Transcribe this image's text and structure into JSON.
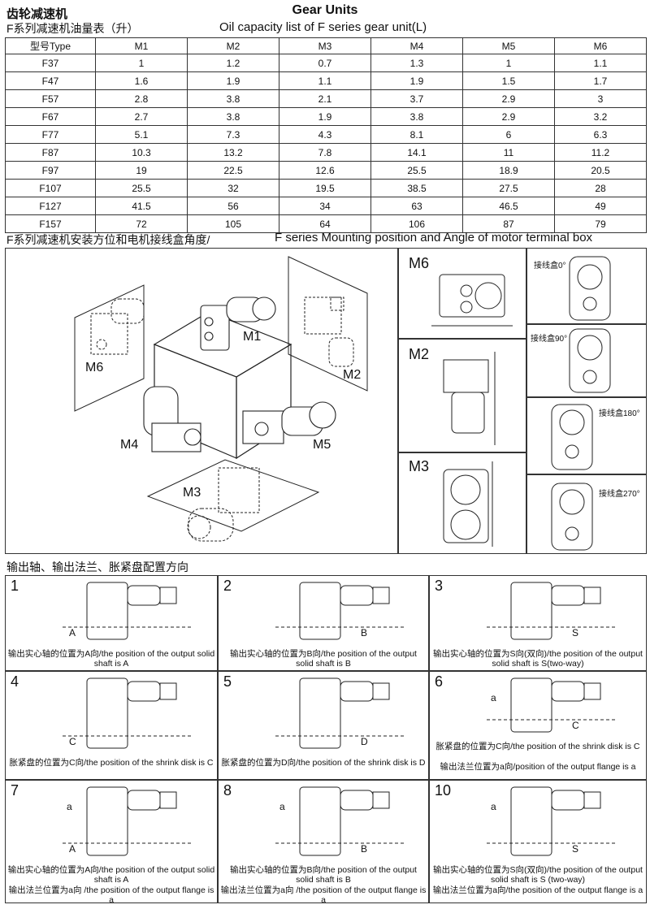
{
  "header": {
    "title_cn": "齿轮减速机",
    "title_en": "Gear Units",
    "subtitle_cn": "F系列减速机油量表（升）",
    "subtitle_en": "Oil capacity list of F series gear unit(L)"
  },
  "oil_table": {
    "headers": [
      "型号Type",
      "M1",
      "M2",
      "M3",
      "M4",
      "M5",
      "M6"
    ],
    "rows": [
      [
        "F37",
        "1",
        "1.2",
        "0.7",
        "1.3",
        "1",
        "1.1"
      ],
      [
        "F47",
        "1.6",
        "1.9",
        "1.1",
        "1.9",
        "1.5",
        "1.7"
      ],
      [
        "F57",
        "2.8",
        "3.8",
        "2.1",
        "3.7",
        "2.9",
        "3"
      ],
      [
        "F67",
        "2.7",
        "3.8",
        "1.9",
        "3.8",
        "2.9",
        "3.2"
      ],
      [
        "F77",
        "5.1",
        "7.3",
        "4.3",
        "8.1",
        "6",
        "6.3"
      ],
      [
        "F87",
        "10.3",
        "13.2",
        "7.8",
        "14.1",
        "11",
        "11.2"
      ],
      [
        "F97",
        "19",
        "22.5",
        "12.6",
        "25.5",
        "18.9",
        "20.5"
      ],
      [
        "F107",
        "25.5",
        "32",
        "19.5",
        "38.5",
        "27.5",
        "28"
      ],
      [
        "F127",
        "41.5",
        "56",
        "34",
        "63",
        "46.5",
        "49"
      ],
      [
        "F157",
        "72",
        "105",
        "64",
        "106",
        "87",
        "79"
      ]
    ]
  },
  "mounting": {
    "title_cn": "F系列减速机安装方位和电机接线盒角度/",
    "title_en": "F series Mounting  position and Angle of motor terminal box",
    "cube_labels": [
      "M1",
      "M2",
      "M3",
      "M4",
      "M5",
      "M6"
    ],
    "side_labels": [
      "M6",
      "M2",
      "M3"
    ],
    "terminal_labels": [
      "接线盒0°",
      "接线盒90°",
      "接线盒180°",
      "接线盒270°"
    ]
  },
  "config": {
    "title": "输出轴、输出法兰、胀紧盘配置方向",
    "cells": [
      {
        "num": "1",
        "letters": [
          "A"
        ],
        "cap1": "输出实心轴的位置为A向/the position of the output solid shaft is A",
        "cap2": ""
      },
      {
        "num": "2",
        "letters": [
          "B"
        ],
        "cap1": "输出实心轴的位置为B向/the position of the output solid shaft is B",
        "cap2": ""
      },
      {
        "num": "3",
        "letters": [
          "S"
        ],
        "cap1": "输出实心轴的位置为S向(双向)/the position of the output solid shaft is S(two-way)",
        "cap2": ""
      },
      {
        "num": "4",
        "letters": [
          "C"
        ],
        "cap1": "胀紧盘的位置为C向/the position of the shrink disk is C",
        "cap2": ""
      },
      {
        "num": "5",
        "letters": [
          "D"
        ],
        "cap1": "胀紧盘的位置为D向/the position of the shrink disk is D",
        "cap2": ""
      },
      {
        "num": "6",
        "letters": [
          "a",
          "C"
        ],
        "cap1": "胀紧盘的位置为C向/the position of the shrink disk is C",
        "cap2": "输出法兰位置为a向/position of the output flange is a"
      },
      {
        "num": "7",
        "letters": [
          "a",
          "A"
        ],
        "cap1": "输出实心轴的位置为A向/the position of the output solid shaft is A",
        "cap2": "输出法兰位置为a向   /the position of the output flange is a"
      },
      {
        "num": "8",
        "letters": [
          "a",
          "B"
        ],
        "cap1": "输出实心轴的位置为B向/the position of the output solid shaft is B",
        "cap2": "输出法兰位置为a向   /the position of the output flange is a"
      },
      {
        "num": "10",
        "letters": [
          "a",
          "S"
        ],
        "cap1": "输出实心轴的位置为S向(双向)/the position of the output solid shaft is S  (two-way)",
        "cap2": "输出法兰位置为a向/the position of the output flange is a"
      }
    ]
  }
}
